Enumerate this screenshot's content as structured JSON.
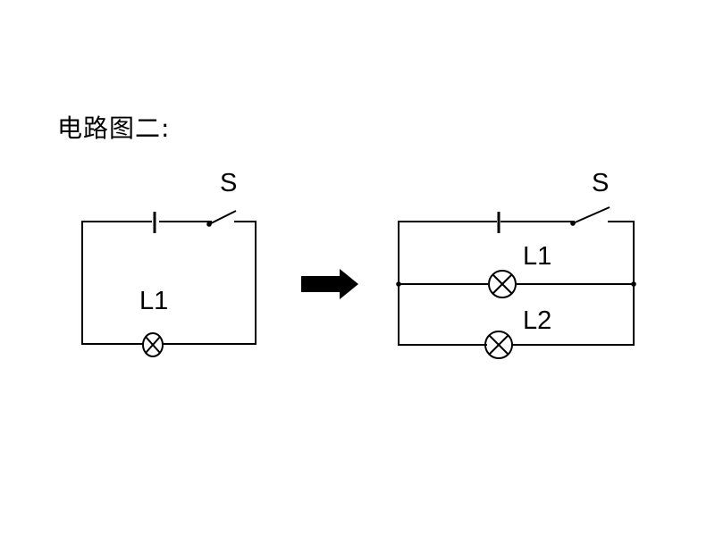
{
  "title": "电路图二:",
  "colors": {
    "wire": "#000000",
    "background": "#ffffff",
    "arrow": "#000000"
  },
  "circuit_left": {
    "switch_label": "S",
    "lamp_label": "L1"
  },
  "arrow": {
    "icon": "right-arrow-icon"
  },
  "circuit_right": {
    "switch_label": "S",
    "lamp1_label": "L1",
    "lamp2_label": "L2"
  }
}
